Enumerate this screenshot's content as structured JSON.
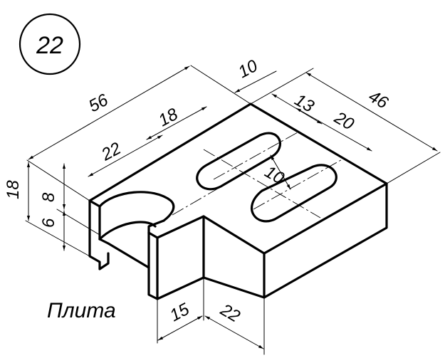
{
  "drawing": {
    "number": "22",
    "part_name": "Плита"
  },
  "dimensions": {
    "d56": "56",
    "d10_top": "10",
    "d13": "13",
    "d46": "46",
    "d18_top": "18",
    "d20": "20",
    "d22_top": "22",
    "d10_mid": "10",
    "d18_left": "18",
    "d8": "8",
    "d6": "6",
    "d15": "15",
    "d22_bottom": "22"
  }
}
